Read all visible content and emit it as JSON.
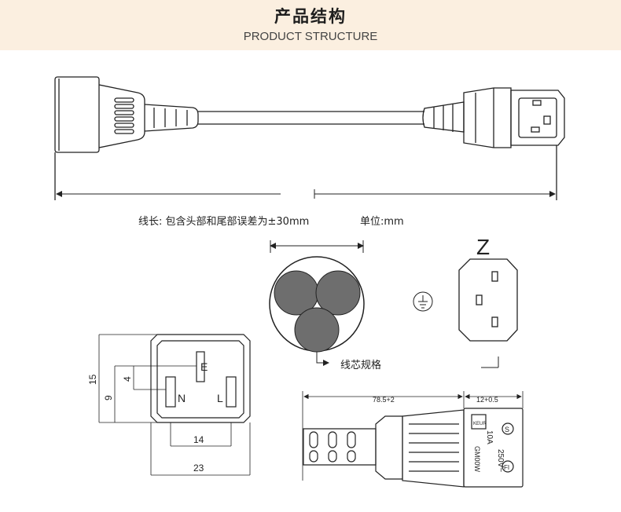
{
  "header": {
    "title_cn": "产品结构",
    "title_en": "PRODUCT STRUCTURE"
  },
  "notes": {
    "length_note": "线长: 包含头部和尾部误差为±30mm",
    "unit": "单位:mm",
    "core_spec": "线芯规格"
  },
  "front_view": {
    "label_e": "E",
    "label_n": "N",
    "label_l": "L",
    "dim_15": "15",
    "dim_4": "4",
    "dim_9": "9",
    "dim_14": "14",
    "dim_23": "23"
  },
  "side_view": {
    "dim_length": "78.5+2",
    "dim_head": "12+0.5",
    "marking_current": "10A",
    "marking_voltage": "250V~",
    "marking_brand": "GM00W",
    "mark_s": "S",
    "mark_fi": "FI",
    "mark_keur": "KEUR"
  },
  "socket_view": {
    "mark_z": "Z"
  },
  "colors": {
    "header_bg": "#fbefe0",
    "core_fill": "#6e6e6e",
    "line": "#222222"
  }
}
